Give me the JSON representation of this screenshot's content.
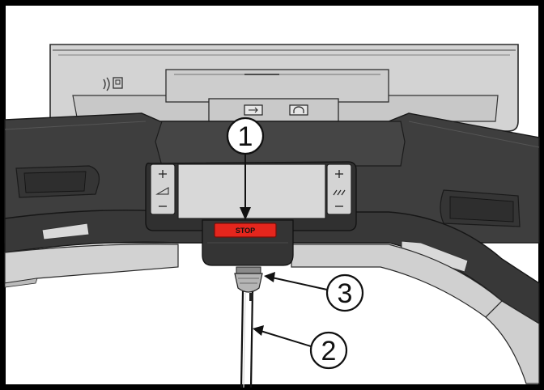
{
  "diagram": {
    "stop_button_label": "STOP",
    "callouts": [
      {
        "number": "1",
        "target": "stop-button"
      },
      {
        "number": "2",
        "target": "safety-tether-cord"
      },
      {
        "number": "3",
        "target": "safety-clip"
      }
    ]
  },
  "colors": {
    "console_light": "#d2d2d2",
    "console_dark": "#3d3d3d",
    "overlay_panel": "#d6d6d6",
    "stop_red": "#e5261d",
    "outline": "#111111",
    "background": "#ffffff"
  },
  "icons": [
    "usb-port-icon",
    "headphone-jack-icon",
    "nfc-icon",
    "plus-icon",
    "minus-icon",
    "incline-icon",
    "speed-icon"
  ]
}
